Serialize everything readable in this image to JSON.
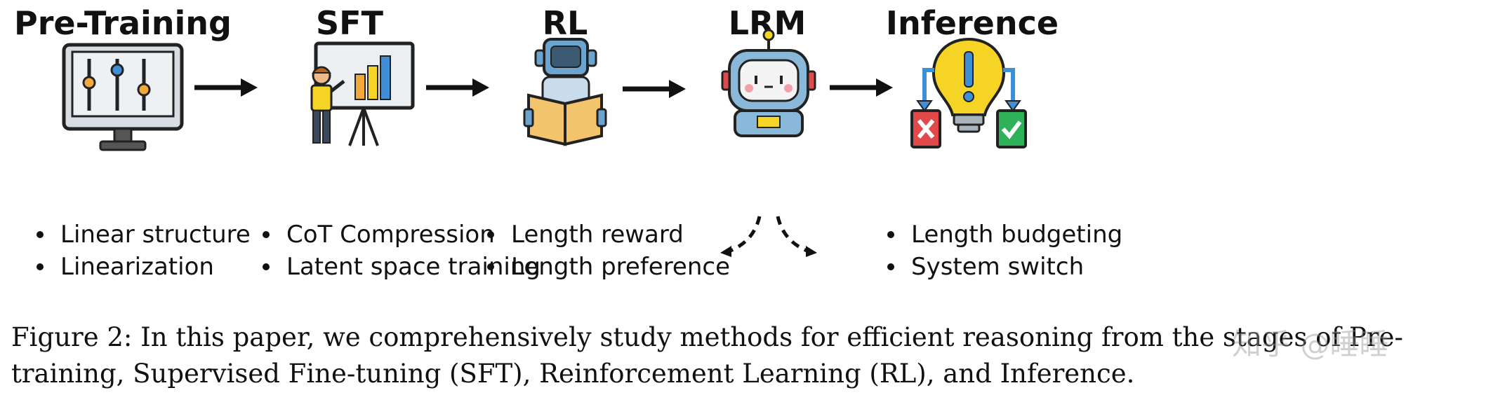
{
  "stages": [
    {
      "title": "Pre-Training",
      "icon": "monitor-sliders-icon",
      "bullets": [
        "Linear structure",
        "Linearization"
      ]
    },
    {
      "title": "SFT",
      "icon": "teacher-presentation-icon",
      "bullets": [
        "CoT Compression",
        "Latent space training"
      ]
    },
    {
      "title": "RL",
      "icon": "robot-reading-book-icon",
      "bullets": [
        "Length reward",
        "Length preference"
      ]
    },
    {
      "title": "LRM",
      "icon": "robot-head-icon",
      "bullets": []
    },
    {
      "title": "Inference",
      "icon": "lightbulb-decision-icon",
      "bullets": [
        "Length budgeting",
        "System switch"
      ]
    }
  ],
  "caption": "Figure 2: In this paper, we comprehensively study methods for efficient reasoning from the stages of Pre-training, Supervised Fine-tuning (SFT), Reinforcement Learning (RL), and Inference.",
  "watermark": "知乎 @睡睡",
  "colors": {
    "outline": "#222222",
    "screen": "#e8ecef",
    "orange": "#f2a93b",
    "blue": "#3f8fd6",
    "robot_blue": "#6aa4cf",
    "yellow": "#f5d425",
    "red": "#e04a4a",
    "green": "#2fb15a",
    "pink": "#f4a0a8"
  }
}
